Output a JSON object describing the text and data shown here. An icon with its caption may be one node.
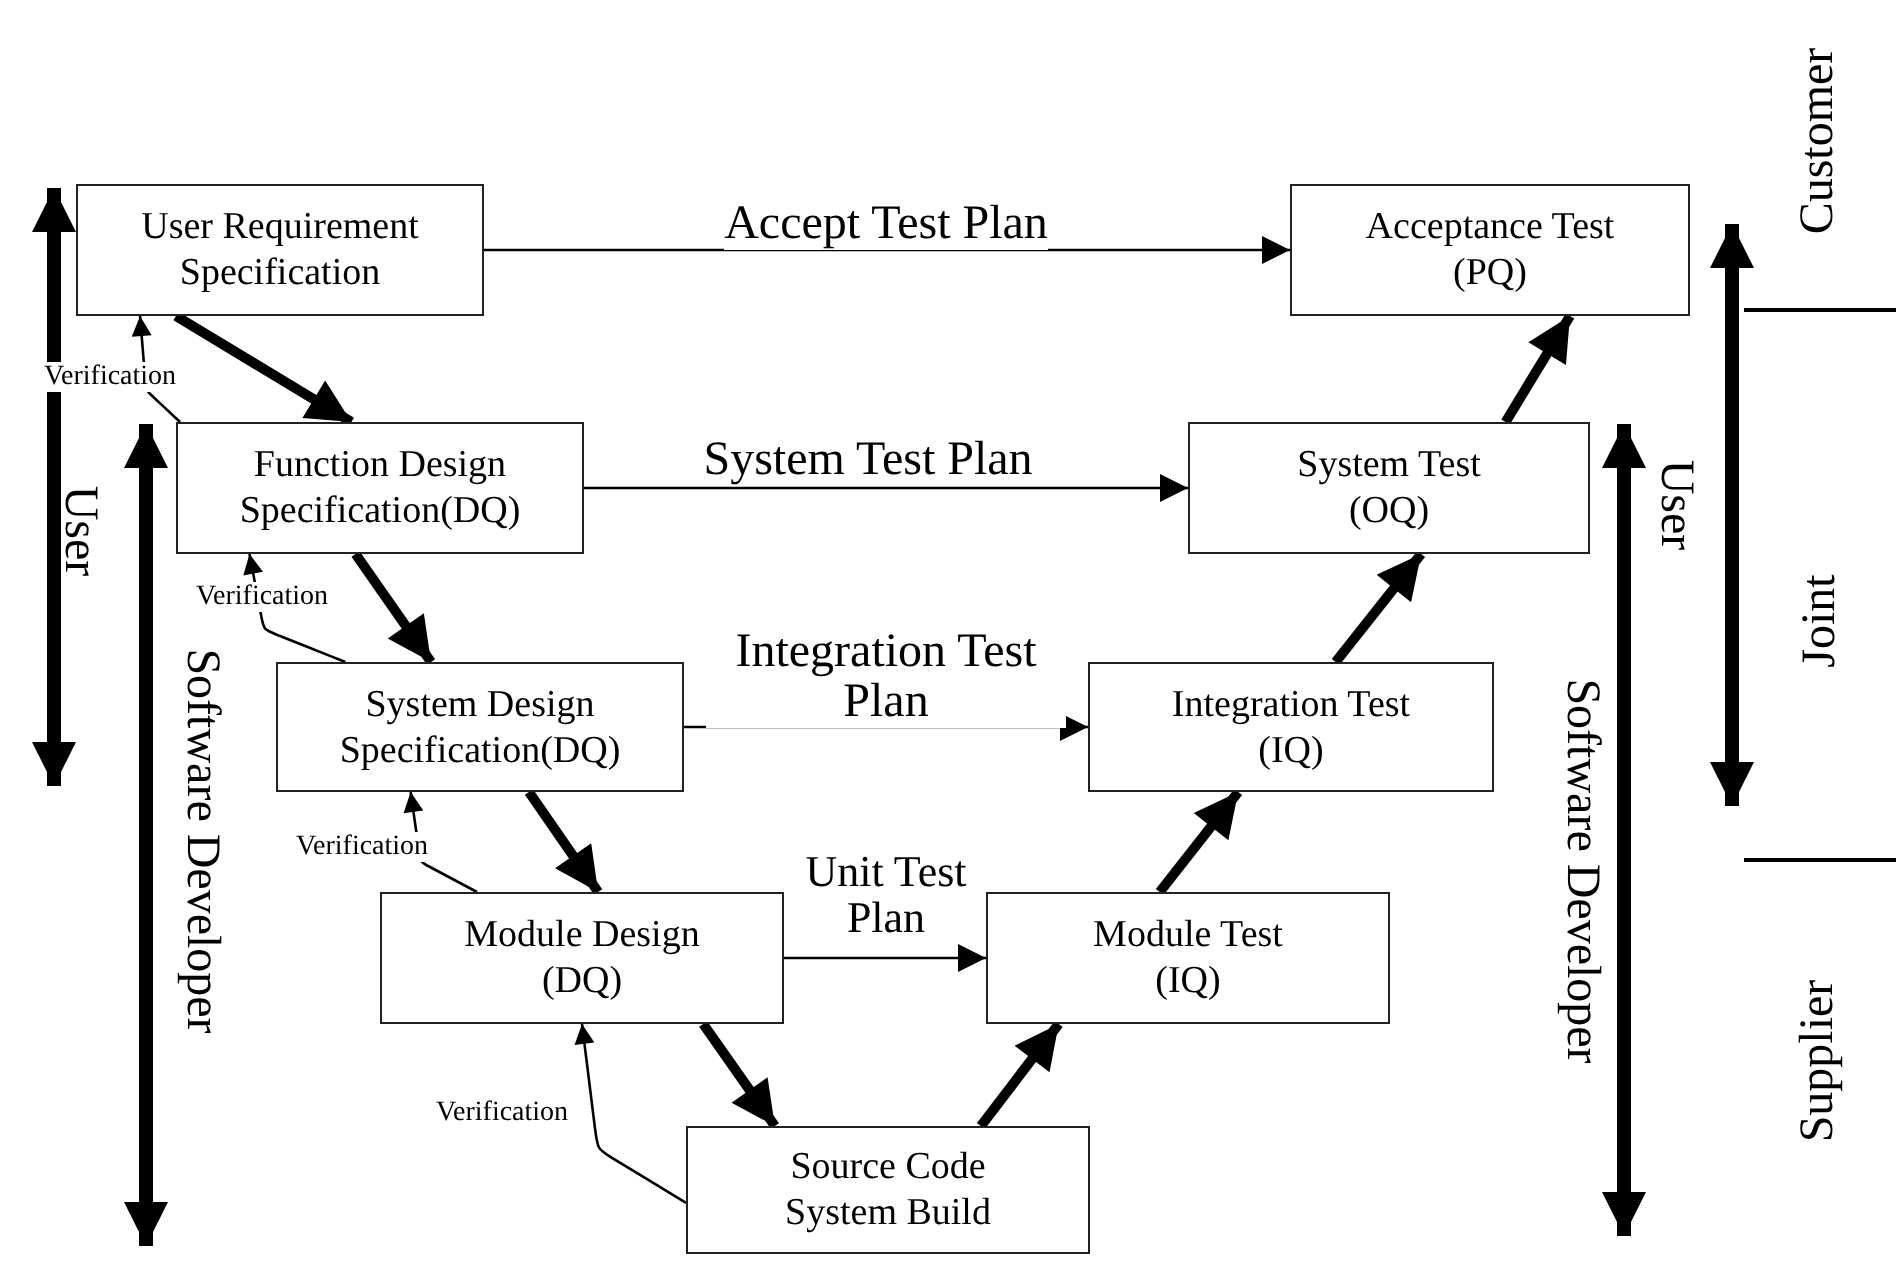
{
  "diagram": {
    "nodes": [
      {
        "text": [
          "User Requirement Specification"
        ]
      },
      {
        "text": [
          "Function Design Specification(DQ)"
        ]
      },
      {
        "text": [
          "System Design Specification(DQ)"
        ]
      },
      {
        "text": [
          "Module Design (DQ)"
        ]
      },
      {
        "text": [
          "Source Code System Build"
        ]
      },
      {
        "text": [
          "Module Test (IQ)"
        ]
      },
      {
        "text": [
          "Integration Test (IQ)"
        ]
      },
      {
        "text": [
          "System Test (OQ)"
        ]
      },
      {
        "text": [
          "Acceptance Test (PQ)"
        ]
      }
    ],
    "edges": [
      {
        "from": 0,
        "to": 1,
        "arrow": "to",
        "style": "thick"
      },
      {
        "from": 1,
        "to": 2,
        "arrow": "to",
        "style": "thick"
      },
      {
        "from": 2,
        "to": 3,
        "arrow": "to",
        "style": "thick"
      },
      {
        "from": 3,
        "to": 4,
        "arrow": "to",
        "style": "thick"
      },
      {
        "from": 4,
        "to": 5,
        "arrow": "to",
        "style": "thick"
      },
      {
        "from": 5,
        "to": 6,
        "arrow": "to",
        "style": "thick"
      },
      {
        "from": 6,
        "to": 7,
        "arrow": "to",
        "style": "thick"
      },
      {
        "from": 7,
        "to": 8,
        "arrow": "to",
        "style": "thick"
      },
      {
        "from": 0,
        "to": 8,
        "arrow": "to",
        "label": "Accept Test Plan"
      },
      {
        "from": 1,
        "to": 7,
        "arrow": "to",
        "label": "System Test Plan"
      },
      {
        "from": 2,
        "to": 6,
        "arrow": "to",
        "label": "Integration Test Plan"
      },
      {
        "from": 3,
        "to": 5,
        "arrow": "to",
        "label": "Unit Test Plan"
      },
      {
        "from": 1,
        "to": 0,
        "arrow": "to",
        "label": "Verification"
      },
      {
        "from": 2,
        "to": 1,
        "arrow": "to",
        "label": "Verification"
      },
      {
        "from": 3,
        "to": 2,
        "arrow": "to",
        "label": "Verification"
      },
      {
        "from": 4,
        "to": 3,
        "arrow": "to",
        "label": "Verification"
      }
    ],
    "labels": [
      "Customer",
      "User",
      "Software Developer",
      "User",
      "Joint",
      "Software Developer",
      "Supplier"
    ]
  }
}
